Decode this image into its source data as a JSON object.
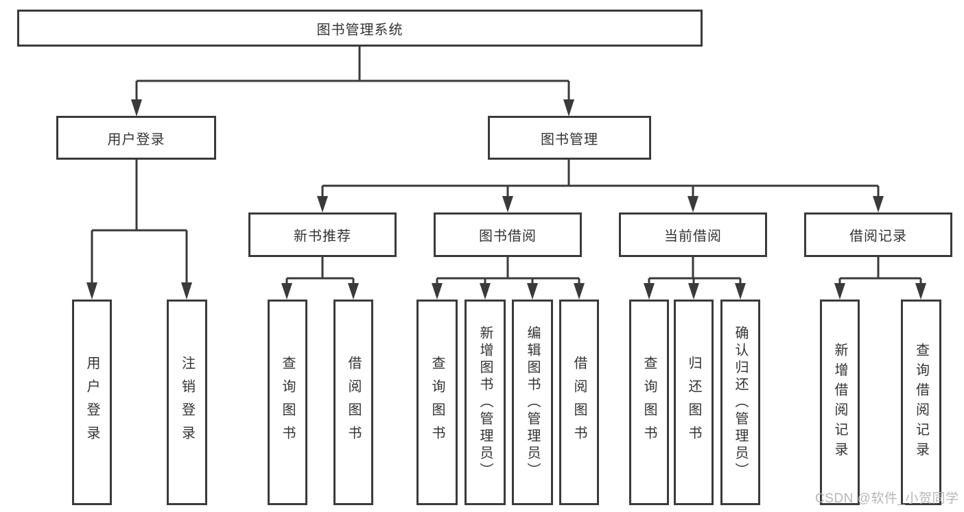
{
  "colors": {
    "background": "#ffffff",
    "line": "#3a3a3a",
    "box_border": "#3a3a3a",
    "text": "#333333",
    "watermark": "#b7b7b7"
  },
  "watermark": {
    "text": "CSDN @软件_小贺同学"
  },
  "tree": {
    "label": "图书管理系统",
    "children": [
      {
        "label": "用户登录",
        "children": [
          {
            "label": "用户登录"
          },
          {
            "label": "注销登录"
          }
        ]
      },
      {
        "label": "图书管理",
        "children": [
          {
            "label": "新书推荐",
            "children": [
              {
                "label": "查询图书"
              },
              {
                "label": "借阅图书"
              }
            ]
          },
          {
            "label": "图书借阅",
            "children": [
              {
                "label": "查询图书"
              },
              {
                "label": "新增图书（管理员）"
              },
              {
                "label": "编辑图书（管理员）"
              },
              {
                "label": "借阅图书"
              }
            ]
          },
          {
            "label": "当前借阅",
            "children": [
              {
                "label": "查询图书"
              },
              {
                "label": "归还图书"
              },
              {
                "label": "确认归还（管理员）"
              }
            ]
          },
          {
            "label": "借阅记录",
            "children": [
              {
                "label": "新增借阅记录"
              },
              {
                "label": "查询借阅记录"
              }
            ]
          }
        ]
      }
    ]
  }
}
